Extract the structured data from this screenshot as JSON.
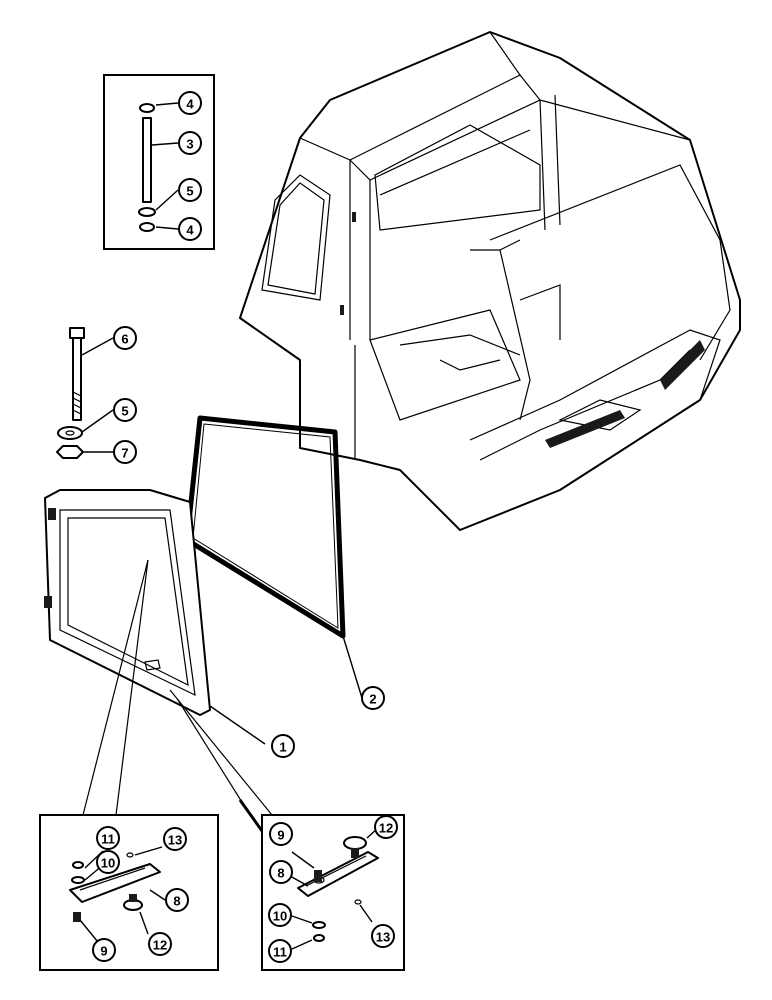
{
  "callouts": {
    "top_box_4a": "4",
    "top_box_3": "3",
    "top_box_5": "5",
    "top_box_4b": "4",
    "bolt_6": "6",
    "washer_5": "5",
    "nut_7": "7",
    "seal_2": "2",
    "window_1": "1",
    "left_box_11": "11",
    "left_box_10": "10",
    "left_box_13": "13",
    "left_box_8": "8",
    "left_box_9": "9",
    "left_box_12": "12",
    "right_box_9": "9",
    "right_box_12": "12",
    "right_box_8": "8",
    "right_box_10": "10",
    "right_box_11": "11",
    "right_box_13": "13"
  }
}
